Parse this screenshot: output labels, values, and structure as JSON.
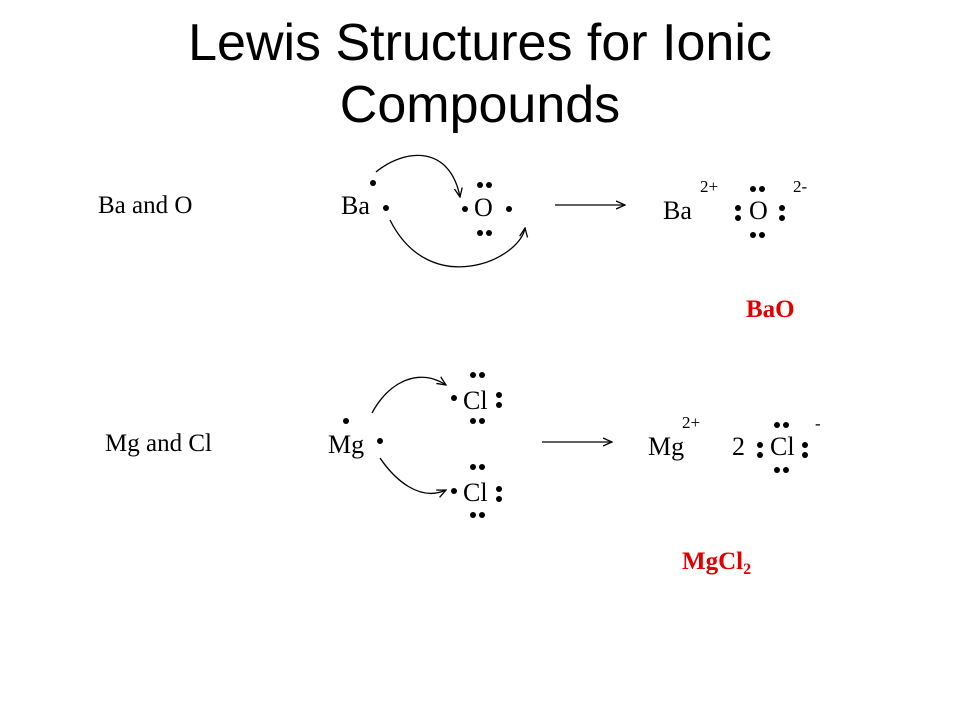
{
  "title": {
    "line1": "Lewis  Structures for Ionic",
    "line2": "Compounds"
  },
  "reaction_bao": {
    "label": "Ba and O",
    "reactant_metal": "Ba",
    "reactant_nonmetal": "O",
    "product_metal": "Ba",
    "product_metal_charge": "2+",
    "product_nonmetal": "O",
    "product_nonmetal_charge": "2-",
    "formula": "BaO"
  },
  "reaction_mgcl": {
    "label": "Mg and Cl",
    "reactant_metal": "Mg",
    "reactant_nonmetal_1": "Cl",
    "reactant_nonmetal_2": "Cl",
    "product_metal": "Mg",
    "product_metal_charge": "2+",
    "product_coefficient": "2",
    "product_nonmetal": "Cl",
    "product_nonmetal_charge": "-",
    "formula_main": "MgCl",
    "formula_sub": "2"
  },
  "colors": {
    "formula": "#e00000",
    "ink": "#000000"
  }
}
